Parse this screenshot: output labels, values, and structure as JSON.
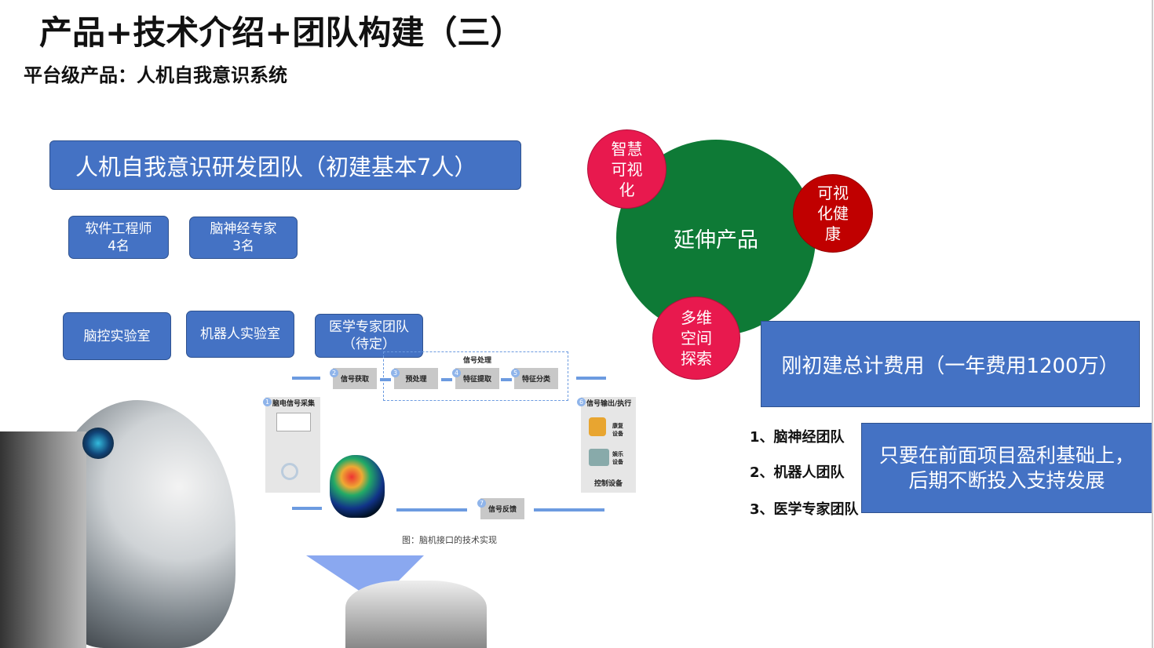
{
  "title": "产品+技术介绍+团队构建（三）",
  "subtitle": "平台级产品：人机自我意识系统",
  "team_bar": "人机自我意识研发团队（初建基本7人）",
  "roles": [
    {
      "line1": "软件工程师",
      "line2": "4名"
    },
    {
      "line1": "脑神经专家",
      "line2": "3名"
    }
  ],
  "labs": [
    {
      "line1": "脑控实验室"
    },
    {
      "line1": "机器人实验室"
    },
    {
      "line1": "医学专家团队",
      "line2": "（待定）"
    }
  ],
  "circles": {
    "center": "延伸产品",
    "top_left": [
      "智慧",
      "可视",
      "化"
    ],
    "right": [
      "可视",
      "化健",
      "康"
    ],
    "bottom": [
      "多维",
      "空间",
      "探索"
    ]
  },
  "cost": "刚初建总计费用（一年费用1200万）",
  "teams": [
    "1、脑神经团队",
    "2、机器人团队",
    "3、医学专家团队"
  ],
  "support": [
    "只要在前面项目盈利基础上，",
    "后期不断投入支持发展"
  ],
  "diagram": {
    "group": "信号处理",
    "s1": "脑电信号采集",
    "s2": "信号获取",
    "s3": "预处理",
    "s4": "特征提取",
    "s5": "特征分类",
    "s6": "信号输出/执行",
    "d1": "康复设备",
    "d2": "娱乐设备",
    "d3": "控制设备",
    "s7": "信号反馈",
    "caption": "图：脑机接口的技术实现",
    "n": [
      "1",
      "2",
      "3",
      "4",
      "5",
      "6",
      "7"
    ]
  },
  "colors": {
    "blue": "#4472c4",
    "green": "#0e7a36",
    "pink": "#e8194e",
    "red": "#c00000"
  }
}
